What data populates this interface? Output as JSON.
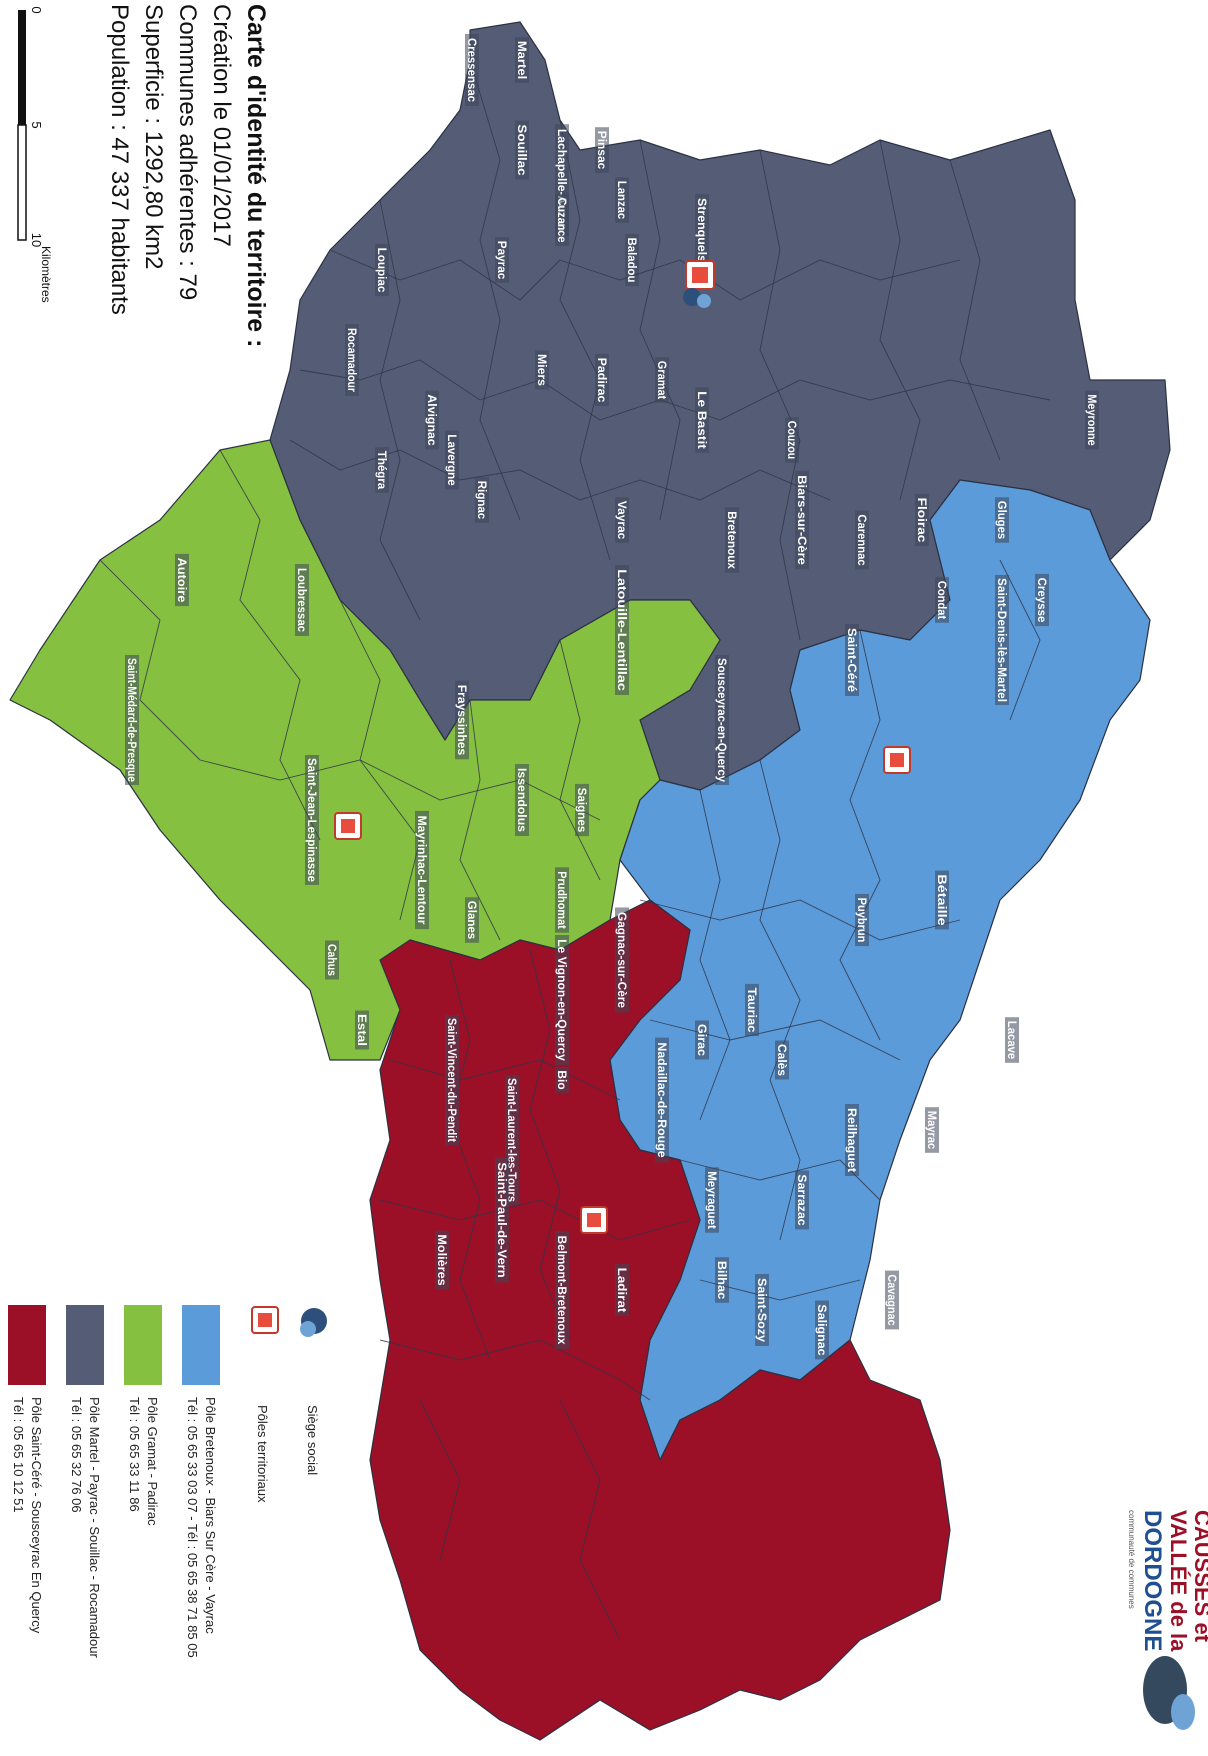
{
  "info": {
    "title": "Carte d'identité du territoire :",
    "lines": [
      "Création le 01/01/2017",
      "Communes adhérentes : 79",
      "Superficie : 1292,80 km2",
      "Population : 47 337 habitants"
    ]
  },
  "scale": {
    "ticks": [
      "0",
      "5",
      "10"
    ],
    "unit": "Kilomètres"
  },
  "logo": {
    "line1": "CAUSSES et",
    "line2": "VALLÉE de la",
    "line3": "DORDOGNE",
    "tagline": "communauté de communes"
  },
  "legend": {
    "items": [
      {
        "type": "icon",
        "icon": "headquarters-icon",
        "label": "Siège social"
      },
      {
        "type": "icon",
        "icon": "territorial-pole-icon",
        "label": "Pôles territoriaux"
      },
      {
        "type": "swatch",
        "color": "#5b9bd9",
        "label": "Pôle Bretenoux - Biars Sur Cère - Vayrac",
        "tel": "Tél : 05 65 33 03 07 - Tél : 05 65 38 71 85 05"
      },
      {
        "type": "swatch",
        "color": "#86c040",
        "label": "Pôle Gramat - Padirac",
        "tel": "Tél : 05 65 33 11 86"
      },
      {
        "type": "swatch",
        "color": "#555d76",
        "label": "Pôle Martel - Payrac - Souillac - Rocamadour",
        "tel": "Tél : 05 65 32 76 06"
      },
      {
        "type": "swatch",
        "color": "#9b1027",
        "label": "Pôle Saint-Céré - Sousceyrac En Quercy",
        "tel": "Tél : 05 65 10 12 51"
      }
    ]
  },
  "places": {
    "martel": "Martel",
    "cressensac": "Cressensac",
    "souillac": "Souillac",
    "lachapelle": "Lachapelle-Auzac",
    "pinsac": "Pinsac",
    "lanzac": "Lanzac",
    "cuzance": "Cuzance",
    "baladou": "Baladou",
    "strigues": "Strenquels",
    "loupiac": "Loupiac",
    "payrac": "Payrac",
    "rocamadour": "Rocamadour",
    "alvignac": "Alvignac",
    "miers": "Miers",
    "padirac": "Padirac",
    "gramat": "Gramat",
    "lebastit": "Le Bastit",
    "couzou": "Couzou",
    "thegra": "Thégra",
    "lavergne": "Lavergne",
    "rignac": "Rignac",
    "vayrac": "Vayrac",
    "bretenoux": "Bretenoux",
    "biars": "Biars-sur-Cère",
    "carennac": "Carennac",
    "floirac": "Floirac",
    "gluges": "Gluges",
    "meyronne": "Meyronne",
    "creysse": "Creysse",
    "stdenis": "Saint-Denis-lès-Martel",
    "condat": "Condat",
    "stcere": "Saint-Céré",
    "sousceyrac": "Sousceyrac-en-Quercy",
    "autoire": "Autoire",
    "loubressac": "Loubressac",
    "stmedard": "Saint-Médard-de-Presque",
    "frayssinhes": "Frayssinhes",
    "latouille": "Latouille-Lentillac",
    "saignes": "Saignes",
    "issendolus": "Issendolus",
    "mayrinhac": "Mayrinhac-Lentour",
    "stjean": "Saint-Jean-Lespinasse",
    "prudhomat": "Prudhomat",
    "glanes": "Glanes",
    "cahus": "Cahus",
    "estal": "Estal",
    "gagnac": "Gagnac-sur-Cère",
    "girac": "Girac",
    "tauriac": "Tauriac",
    "puybrun": "Puybrun",
    "betaille": "Bétaille",
    "lacave": "Lacave",
    "calès": "Calès",
    "reilhaguet": "Reilhaguet",
    "mayrac": "Mayrac",
    "sarrazac": "Sarrazac",
    "meyraguet": "Meyraguet",
    "nadaillac": "Nadaillac-de-Rouge",
    "bilhac": "Bilhac",
    "sarrazacb": "Saint-Sozy",
    "salignac": "Salignac",
    "cavagnac": "Cavagnac",
    "leliepvre": "Le Vignon-en-Quercy",
    "bio": "Bio",
    "ladirat": "Ladirat",
    "stvincent": "Saint-Vincent-du-Pendit",
    "stlaurent": "Saint-Laurent-les-Tours",
    "stparoux": "Saint-Paul-de-Vern",
    "molieres": "Molières",
    "belmont": "Belmont-Bretenoux"
  }
}
